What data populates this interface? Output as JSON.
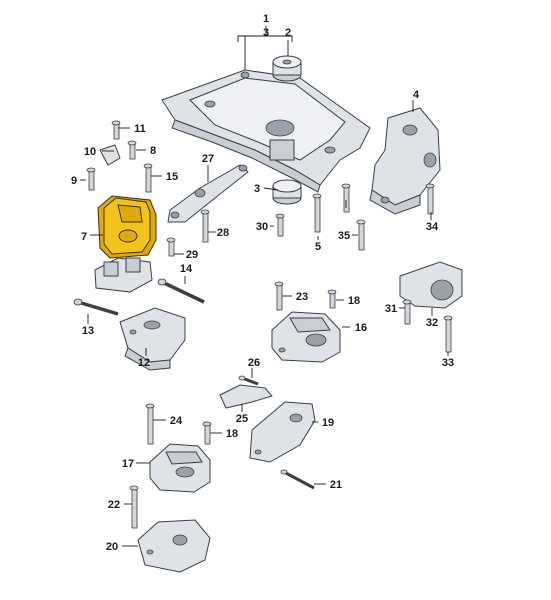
{
  "labels": {
    "l1": "1",
    "l2": "2",
    "l3a": "3",
    "l3b": "3",
    "l4": "4",
    "l5": "5",
    "l7": "7",
    "l8": "8",
    "l9": "9",
    "l10": "10",
    "l11": "11",
    "l12": "12",
    "l13": "13",
    "l14": "14",
    "l15": "15",
    "l16": "16",
    "l17": "17",
    "l18a": "18",
    "l18b": "18",
    "l19": "19",
    "l20": "20",
    "l21": "21",
    "l22": "22",
    "l23": "23",
    "l24": "24",
    "l25": "25",
    "l26": "26",
    "l27": "27",
    "l28": "28",
    "l29": "29",
    "l30": "30",
    "l31": "31",
    "l32": "32",
    "l33": "33",
    "l34": "34",
    "l35": "35"
  },
  "highlight_color": "#f3c31b"
}
